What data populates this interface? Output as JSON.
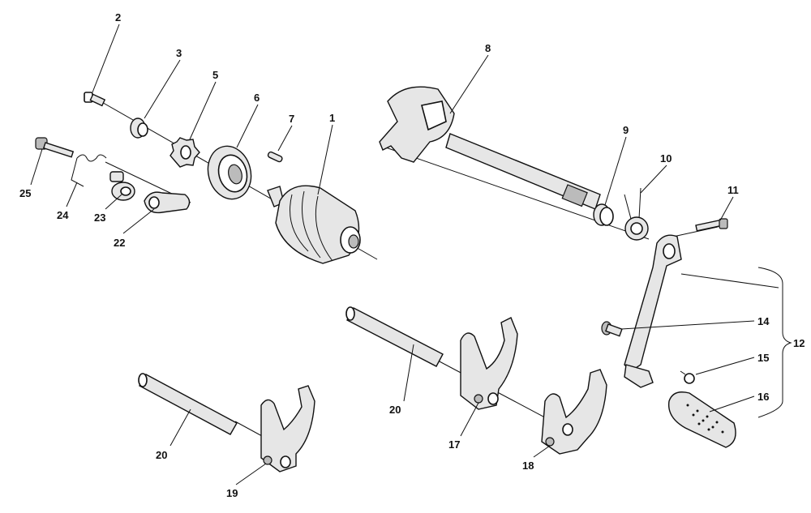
{
  "diagram": {
    "type": "exploded parts diagram",
    "labels": {
      "l1": "1",
      "l2": "2",
      "l3": "3",
      "l5": "5",
      "l6": "6",
      "l7": "7",
      "l8": "8",
      "l9": "9",
      "l10": "10",
      "l11": "11",
      "l12": "12",
      "l14": "14",
      "l15": "15",
      "l16": "16",
      "l17": "17",
      "l18": "18",
      "l19": "19",
      "l20a": "20",
      "l20b": "20",
      "l22": "22",
      "l23": "23",
      "l24": "24",
      "l25": "25"
    }
  }
}
